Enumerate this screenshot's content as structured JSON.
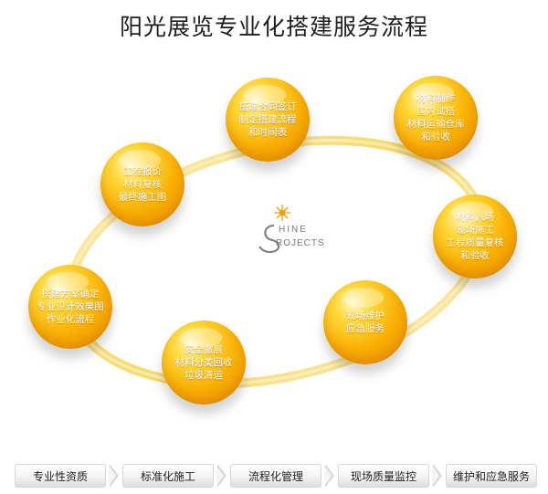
{
  "title": "阳光展览专业化搭建服务流程",
  "nodes": [
    {
      "lines": [
        "搭建合同签订",
        "制定搭建流程",
        "和时间表"
      ]
    },
    {
      "lines": [
        "材料制作",
        "国内试搭",
        "材料运输仓库",
        "和验收"
      ]
    },
    {
      "lines": [
        "工程报价",
        "材料复核",
        "最终施工图"
      ]
    },
    {
      "lines": [
        "材料入场",
        "现场施工",
        "工程质量复核",
        "和验收"
      ]
    },
    {
      "lines": [
        "搭建方案确定",
        "专业设计效果图",
        "作业化流程"
      ]
    },
    {
      "lines": [
        "现场维护",
        "应急服务"
      ]
    },
    {
      "lines": [
        "安全撤展",
        "材料分类回收",
        "垃圾清运"
      ]
    }
  ],
  "brand": {
    "logo_text": "SHINE PROJECTS",
    "icon": "shine-projects-logo"
  },
  "nav": {
    "items": [
      "专业性资质",
      "标准化施工",
      "流程化管理",
      "现场质量监控",
      "维护和应急服务"
    ]
  },
  "colors": {
    "accent": "#f5a900",
    "ring": "#f7d65a",
    "node_highlight": "#fff8c8"
  }
}
